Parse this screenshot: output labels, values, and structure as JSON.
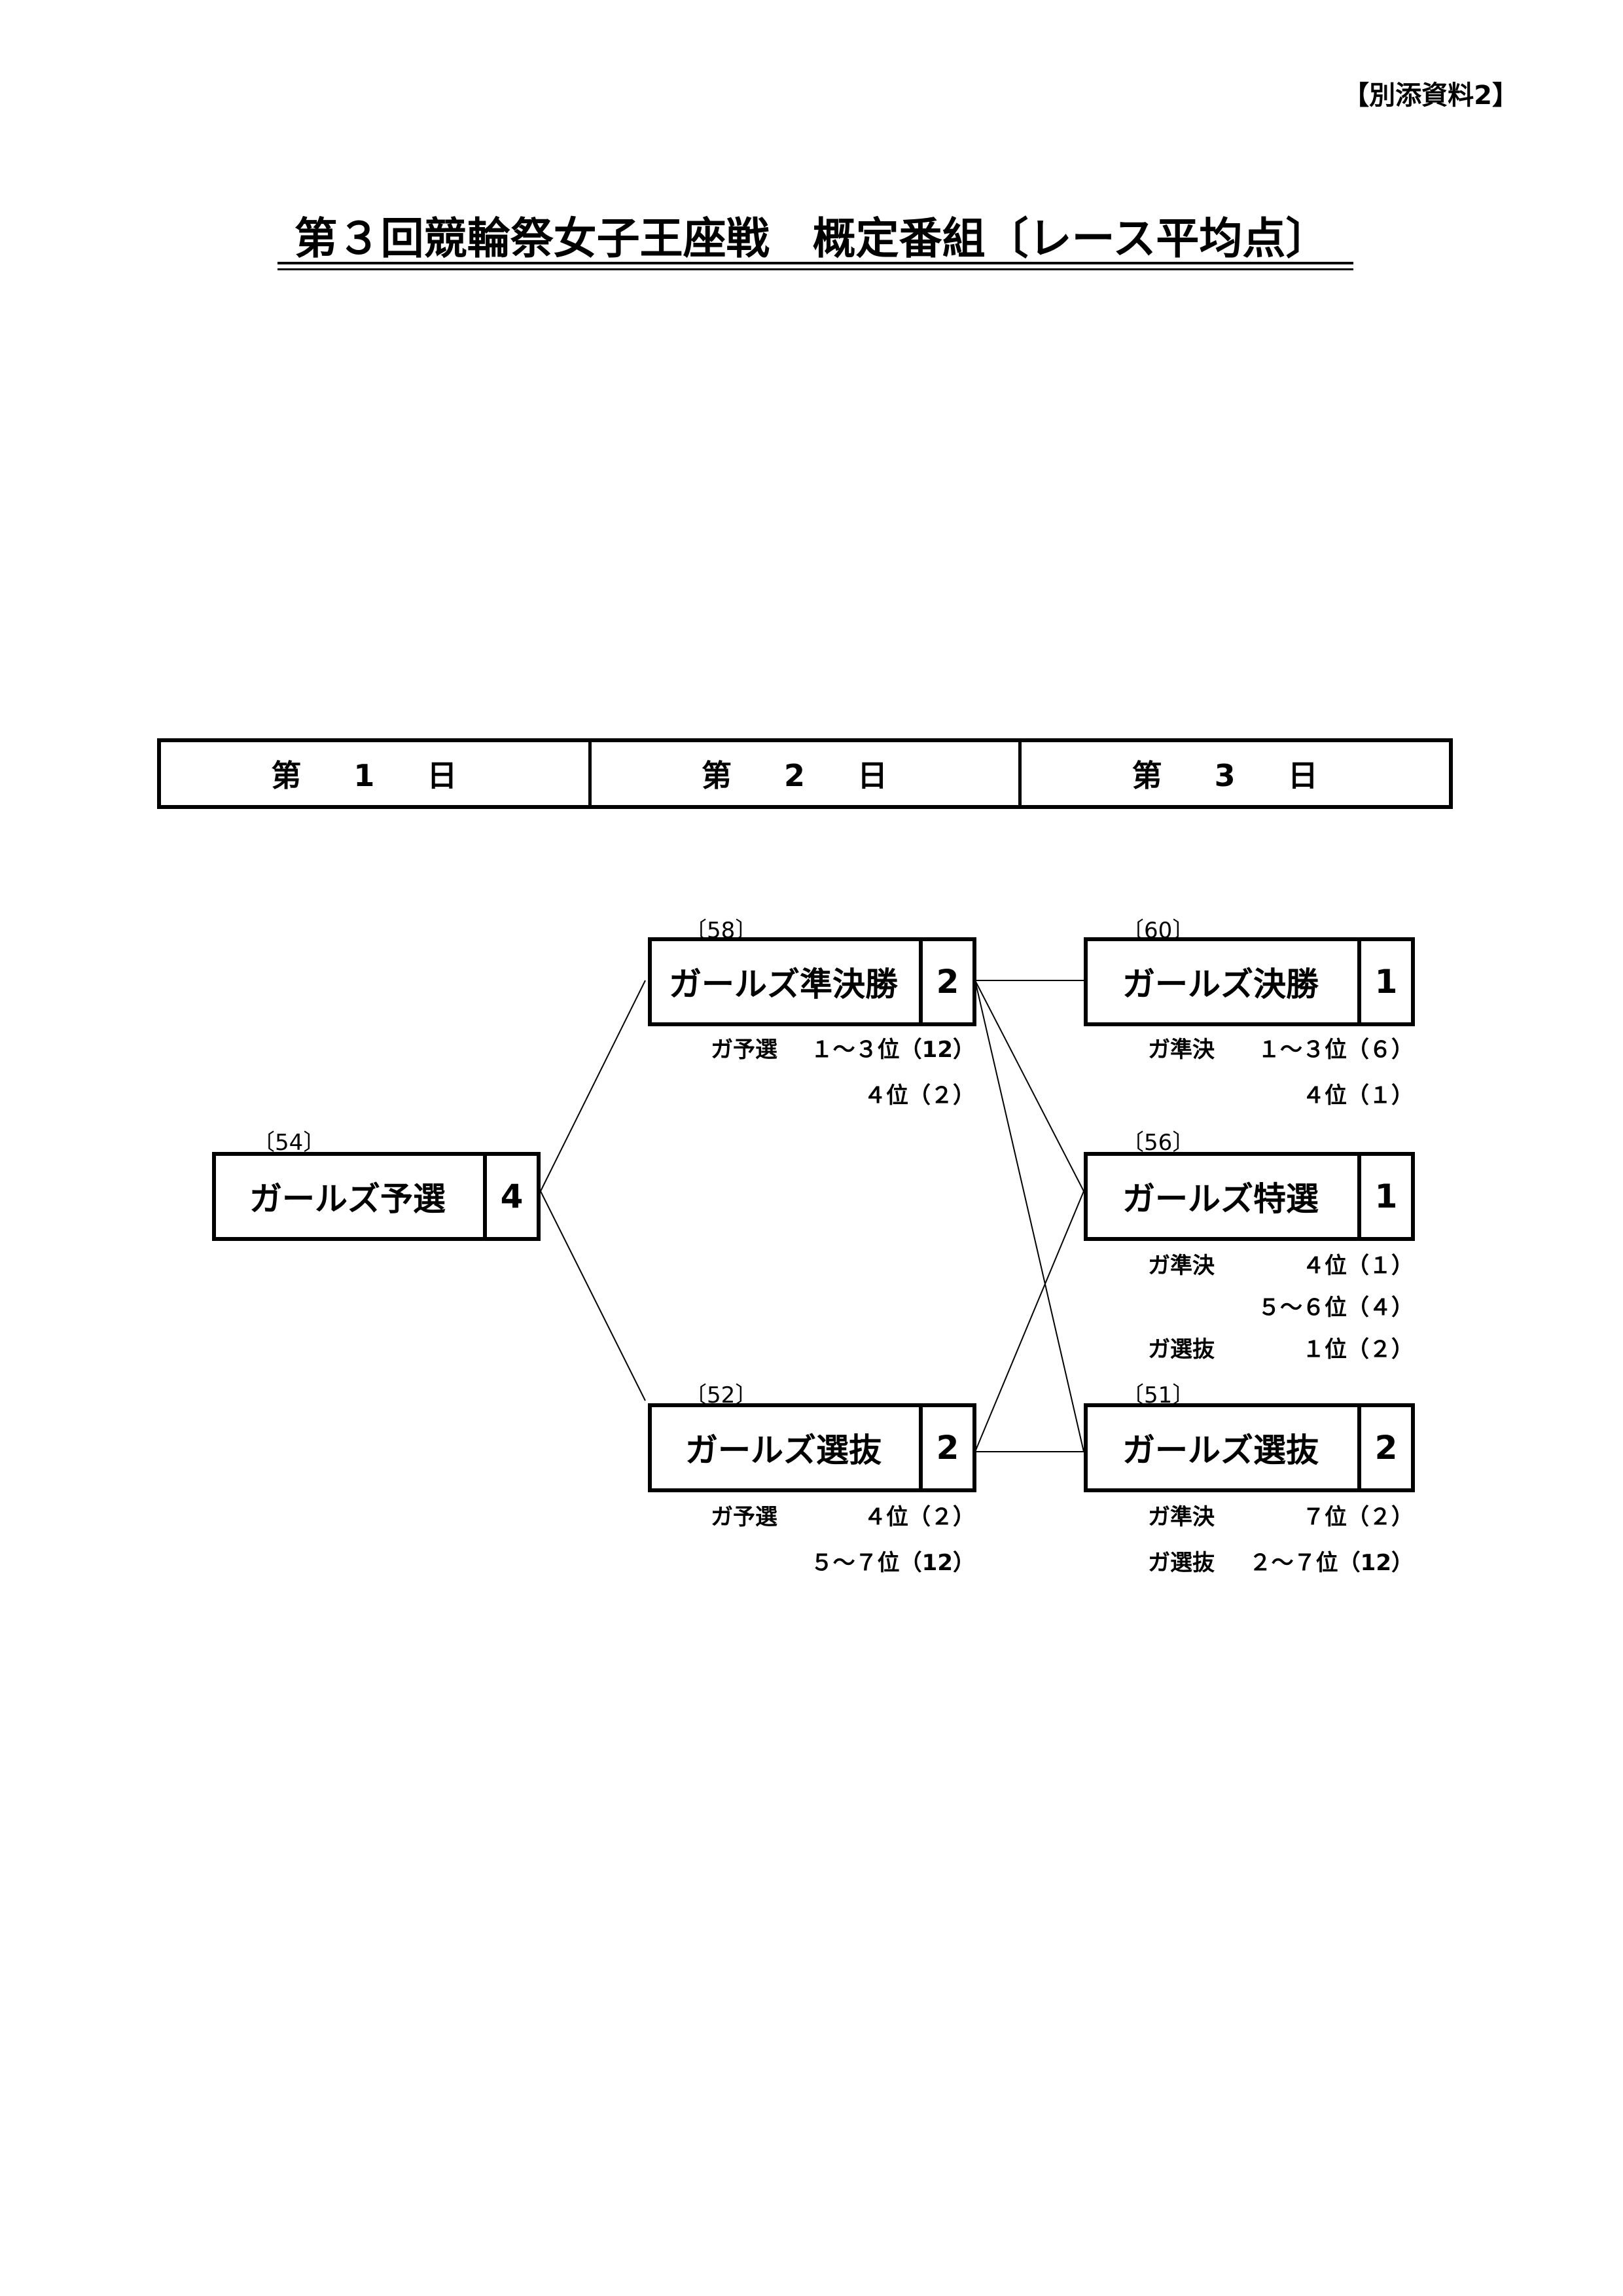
{
  "document": {
    "attachment": "【別添資料2】",
    "title": "第３回競輪祭女子王座戦　概定番組〔レース平均点〕"
  },
  "days": [
    "第 1 日",
    "第 2 日",
    "第 3 日"
  ],
  "races": {
    "yosen": {
      "number": "〔54〕",
      "name": "ガールズ予選",
      "count": "4"
    },
    "junkessho": {
      "number": "〔58〕",
      "name": "ガールズ準決勝",
      "count": "2",
      "src1": "ガ予選",
      "cond1": "１～３位（12）",
      "cond2": "４位（２）"
    },
    "senbatsu2": {
      "number": "〔52〕",
      "name": "ガールズ選抜",
      "count": "2",
      "src1": "ガ予選",
      "cond1": "４位（２）",
      "cond2": "５～７位（12）"
    },
    "kessho": {
      "number": "〔60〕",
      "name": "ガールズ決勝",
      "count": "1",
      "src1": "ガ準決",
      "cond1": "１～３位（６）",
      "cond2": "４位（１）"
    },
    "tokusen": {
      "number": "〔56〕",
      "name": "ガールズ特選",
      "count": "1",
      "src1": "ガ準決",
      "cond1": "４位（１）",
      "cond2": "５～６位（４）",
      "src3": "ガ選抜",
      "cond3": "１位（２）"
    },
    "senbatsu3": {
      "number": "〔51〕",
      "name": "ガールズ選抜",
      "count": "2",
      "src1": "ガ準決",
      "cond1": "７位（２）",
      "src2": "ガ選抜",
      "cond2": "２～７位（12）"
    }
  }
}
